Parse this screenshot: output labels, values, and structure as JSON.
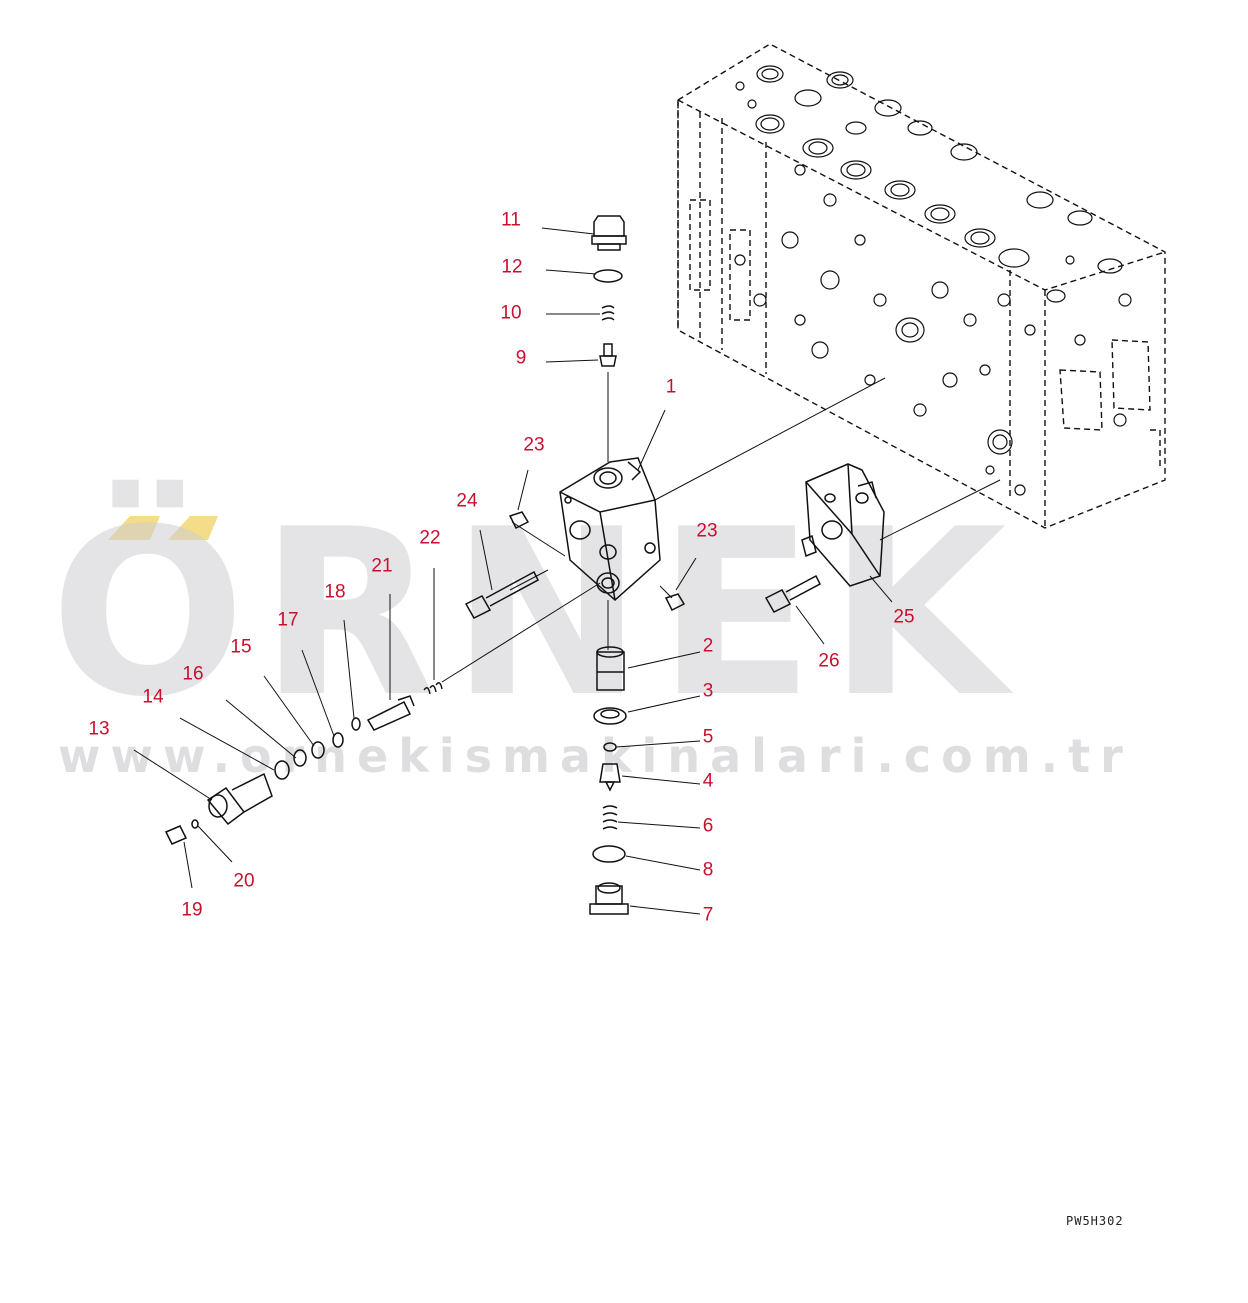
{
  "watermark": {
    "brand": "ÖRNEK",
    "website": "www.ornekismakinalari.com.tr",
    "accent_color": "#f3dc8a",
    "text_color": "#d0d0d5"
  },
  "drawing_code": "PW5H302",
  "callout_color": "#c8102e",
  "callouts": [
    {
      "id": "c1",
      "label": "1"
    },
    {
      "id": "c2",
      "label": "2"
    },
    {
      "id": "c3",
      "label": "3"
    },
    {
      "id": "c4",
      "label": "4"
    },
    {
      "id": "c5",
      "label": "5"
    },
    {
      "id": "c6",
      "label": "6"
    },
    {
      "id": "c7",
      "label": "7"
    },
    {
      "id": "c8",
      "label": "8"
    },
    {
      "id": "c9",
      "label": "9"
    },
    {
      "id": "c10",
      "label": "10"
    },
    {
      "id": "c11",
      "label": "11"
    },
    {
      "id": "c12",
      "label": "12"
    },
    {
      "id": "c13",
      "label": "13"
    },
    {
      "id": "c14",
      "label": "14"
    },
    {
      "id": "c15",
      "label": "15"
    },
    {
      "id": "c16",
      "label": "16"
    },
    {
      "id": "c17",
      "label": "17"
    },
    {
      "id": "c18",
      "label": "18"
    },
    {
      "id": "c19",
      "label": "19"
    },
    {
      "id": "c20",
      "label": "20"
    },
    {
      "id": "c21",
      "label": "21"
    },
    {
      "id": "c22",
      "label": "22"
    },
    {
      "id": "c23a",
      "label": "23"
    },
    {
      "id": "c23b",
      "label": "23"
    },
    {
      "id": "c24",
      "label": "24"
    },
    {
      "id": "c25",
      "label": "25"
    },
    {
      "id": "c26",
      "label": "26"
    }
  ]
}
